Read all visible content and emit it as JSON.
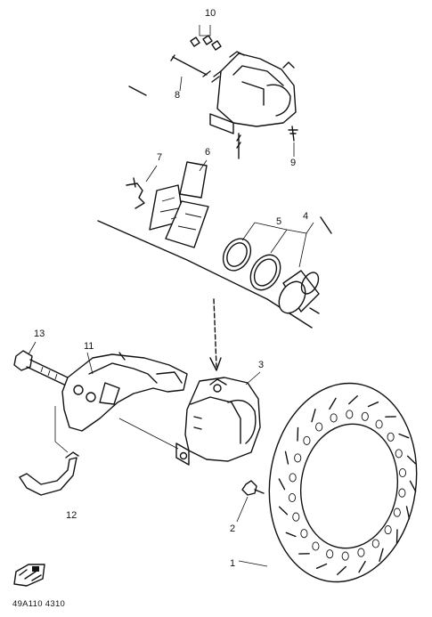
{
  "callouts": {
    "c1": "1",
    "c2": "2",
    "c3": "3",
    "c4": "4",
    "c5": "5",
    "c6": "6",
    "c7": "7",
    "c8": "8",
    "c9": "9",
    "c10": "10",
    "c11": "11",
    "c12": "12",
    "c13": "13"
  },
  "diagram_code": "49A110 4310",
  "colors": {
    "ink": "#111111",
    "paper": "#ffffff"
  },
  "icons": {
    "corner_symbol": "parts-catalog-symbol-icon"
  }
}
